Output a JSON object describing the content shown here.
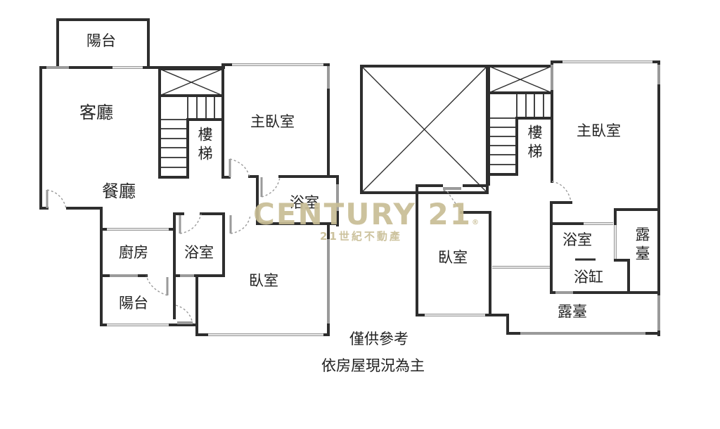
{
  "floor_plan": {
    "left_floor": {
      "rooms": [
        {
          "id": "balcony_top",
          "label": "陽台"
        },
        {
          "id": "living_room",
          "label": "客廳"
        },
        {
          "id": "dining_room",
          "label": "餐廳"
        },
        {
          "id": "stairs",
          "label": "樓梯"
        },
        {
          "id": "master_bedroom",
          "label": "主臥室"
        },
        {
          "id": "bathroom_master",
          "label": "浴室"
        },
        {
          "id": "kitchen",
          "label": "廚房"
        },
        {
          "id": "bathroom",
          "label": "浴室"
        },
        {
          "id": "balcony_bottom",
          "label": "陽台"
        },
        {
          "id": "bedroom",
          "label": "臥室"
        }
      ]
    },
    "right_floor": {
      "rooms": [
        {
          "id": "void",
          "label": ""
        },
        {
          "id": "stairs",
          "label": "樓梯"
        },
        {
          "id": "master_bedroom",
          "label": "主臥室"
        },
        {
          "id": "bedroom",
          "label": "臥室"
        },
        {
          "id": "bathroom",
          "label": "浴室"
        },
        {
          "id": "bathtub",
          "label": "浴缸"
        },
        {
          "id": "terrace_small",
          "label": "露臺"
        },
        {
          "id": "terrace_large",
          "label": "露臺"
        }
      ]
    },
    "watermark": {
      "brand": "CENTURY 21",
      "brand_mark": "®",
      "subtitle": "21世紀不動產",
      "color": "#c8bd95"
    },
    "disclaimer": {
      "line1": "僅供參考",
      "line2": "依房屋現況為主"
    }
  }
}
